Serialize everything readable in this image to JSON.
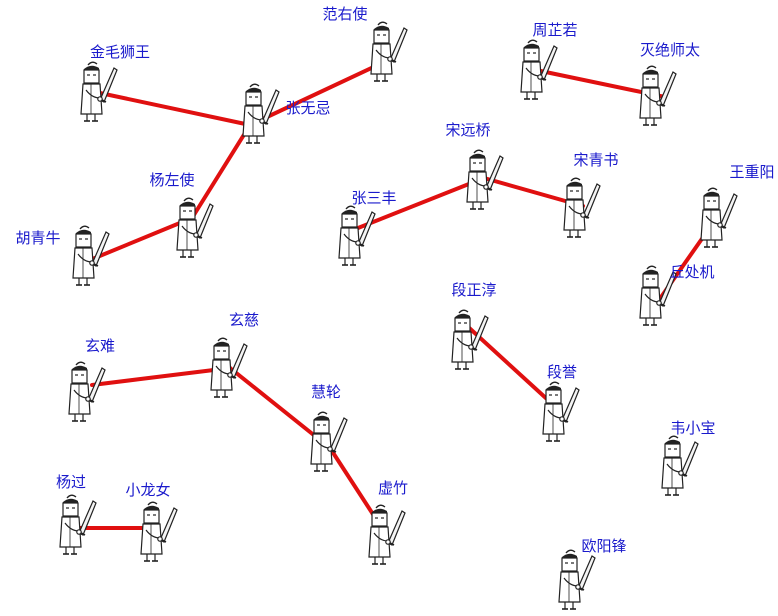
{
  "colors": {
    "link": "#e01010",
    "label": "#1a1acc",
    "figure_stroke": "#222222"
  },
  "figure_icon": "swordsman-icon",
  "characters": [
    {
      "id": "jinmao",
      "name": "金毛狮王"
    },
    {
      "id": "fanyou",
      "name": "范右使"
    },
    {
      "id": "zhangwuji",
      "name": "张无忌"
    },
    {
      "id": "yangzuo",
      "name": "杨左使"
    },
    {
      "id": "huqingniu",
      "name": "胡青牛"
    },
    {
      "id": "zhouzhiruo",
      "name": "周芷若"
    },
    {
      "id": "miejue",
      "name": "灭绝师太"
    },
    {
      "id": "songyuanqiao",
      "name": "宋远桥"
    },
    {
      "id": "zhangsanfeng",
      "name": "张三丰"
    },
    {
      "id": "songqingshu",
      "name": "宋青书"
    },
    {
      "id": "wangchongyang",
      "name": "王重阳"
    },
    {
      "id": "qiuchuji",
      "name": "丘处机"
    },
    {
      "id": "duanzhengchun",
      "name": "段正淳"
    },
    {
      "id": "duanyu",
      "name": "段誉"
    },
    {
      "id": "xuannan",
      "name": "玄难"
    },
    {
      "id": "xuanci",
      "name": "玄慈"
    },
    {
      "id": "huilun",
      "name": "慧轮"
    },
    {
      "id": "xuzhu",
      "name": "虚竹"
    },
    {
      "id": "weixiaobao",
      "name": "韦小宝"
    },
    {
      "id": "yangguo",
      "name": "杨过"
    },
    {
      "id": "xiaolongnv",
      "name": "小龙女"
    },
    {
      "id": "ouyangfeng",
      "name": "欧阳锋"
    }
  ],
  "links": [
    [
      "jinmao",
      "zhangwuji"
    ],
    [
      "fanyou",
      "zhangwuji"
    ],
    [
      "zhangwuji",
      "yangzuo"
    ],
    [
      "yangzuo",
      "huqingniu"
    ],
    [
      "zhouzhiruo",
      "miejue"
    ],
    [
      "zhangsanfeng",
      "songyuanqiao"
    ],
    [
      "songyuanqiao",
      "songqingshu"
    ],
    [
      "wangchongyang",
      "qiuchuji"
    ],
    [
      "duanzhengchun",
      "duanyu"
    ],
    [
      "xuannan",
      "xuanci"
    ],
    [
      "xuanci",
      "huilun"
    ],
    [
      "huilun",
      "xuzhu"
    ],
    [
      "yangguo",
      "xiaolongnv"
    ]
  ]
}
